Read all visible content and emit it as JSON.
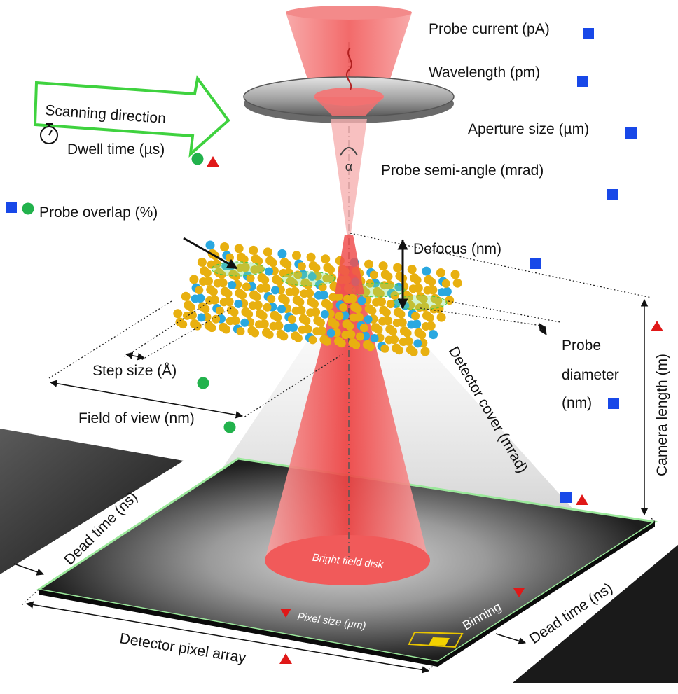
{
  "labels": {
    "probe_current": "Probe current (pA)",
    "wavelength": "Wavelength (pm)",
    "aperture_size": "Aperture size (µm)",
    "probe_semi_angle": "Probe semi-angle (mrad)",
    "alpha": "α",
    "scanning_direction": "Scanning direction",
    "dwell_time": "Dwell time (µs)",
    "probe_overlap": "Probe overlap (%)",
    "defocus": "Defocus (nm)",
    "probe_diameter_1": "Probe",
    "probe_diameter_2": "diameter",
    "probe_diameter_3": "(nm)",
    "step_size": "Step size (Å)",
    "field_of_view": "Field of view (nm)",
    "detector_cover": "Detector cover (mrad)",
    "camera_length": "Camera length (m)",
    "dead_time_left": "Dead time (ns)",
    "dead_time_right": "Dead time (ns)",
    "bright_field_disk": "Bright field disk",
    "pixel_size": "Pixel size (µm)",
    "binning": "Binning",
    "detector_pixel_array": "Detector pixel array"
  },
  "colors": {
    "marker_blue": "#1848e8",
    "marker_green": "#22b24c",
    "marker_red": "#e01818",
    "beam_red": "#f04848",
    "atom_gold": "#e8b010",
    "atom_blue": "#2aa8e0",
    "arrow_green": "#3fd23f",
    "detector_dark": "#1c1c1c"
  }
}
